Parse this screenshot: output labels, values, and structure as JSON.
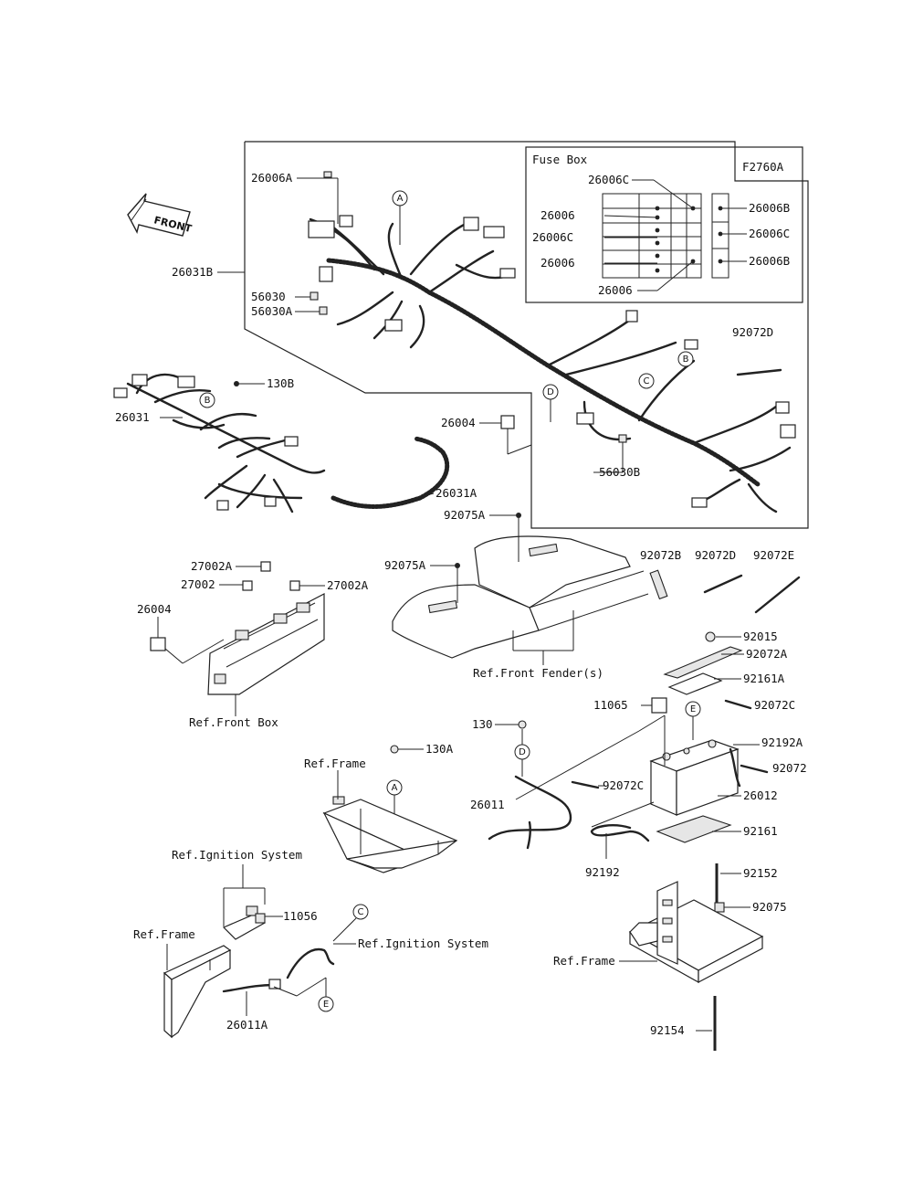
{
  "diagram": {
    "code": "F2760A",
    "front_label": "FRONT",
    "fuse_box_title": "Fuse Box",
    "markers": {
      "a": "A",
      "b": "B",
      "c": "C",
      "d": "D",
      "e": "E"
    },
    "labels": {
      "p26006A": "26006A",
      "p26031B": "26031B",
      "p56030": "56030",
      "p56030A": "56030A",
      "p26006C_top": "26006C",
      "p26006_1": "26006",
      "p26006C_2": "26006C",
      "p26006_3": "26006",
      "p26006_4": "26006",
      "p26006B_1": "26006B",
      "p26006C_r": "26006C",
      "p26006B_2": "26006B",
      "p92072D_top": "92072D",
      "p130B": "130B",
      "p26031": "26031",
      "p26004_top": "26004",
      "p56030B": "56030B",
      "p26031A": "26031A",
      "p92075A_1": "92075A",
      "p92075A_2": "92075A",
      "p92072B": "92072B",
      "p92072D_2": "92072D",
      "p92072E": "92072E",
      "p27002A_1": "27002A",
      "p27002": "27002",
      "p27002A_2": "27002A",
      "p26004_2": "26004",
      "ref_front_fender": "Ref.Front Fender(s)",
      "ref_front_box": "Ref.Front Box",
      "p92015": "92015",
      "p92072A": "92072A",
      "p92161A": "92161A",
      "p11065": "11065",
      "p92072C_1": "92072C",
      "p130": "130",
      "p130A": "130A",
      "p92192A": "92192A",
      "p92072": "92072",
      "ref_frame_1": "Ref.Frame",
      "p92072C_2": "92072C",
      "p26012": "26012",
      "p26011": "26011",
      "p92161": "92161",
      "p92192": "92192",
      "p92152": "92152",
      "ref_ignition_1": "Ref.Ignition System",
      "p11056": "11056",
      "ref_ignition_2": "Ref.Ignition System",
      "ref_frame_2": "Ref.Frame",
      "p92075": "92075",
      "ref_frame_3": "Ref.Frame",
      "p26011A": "26011A",
      "p92154": "92154"
    }
  }
}
